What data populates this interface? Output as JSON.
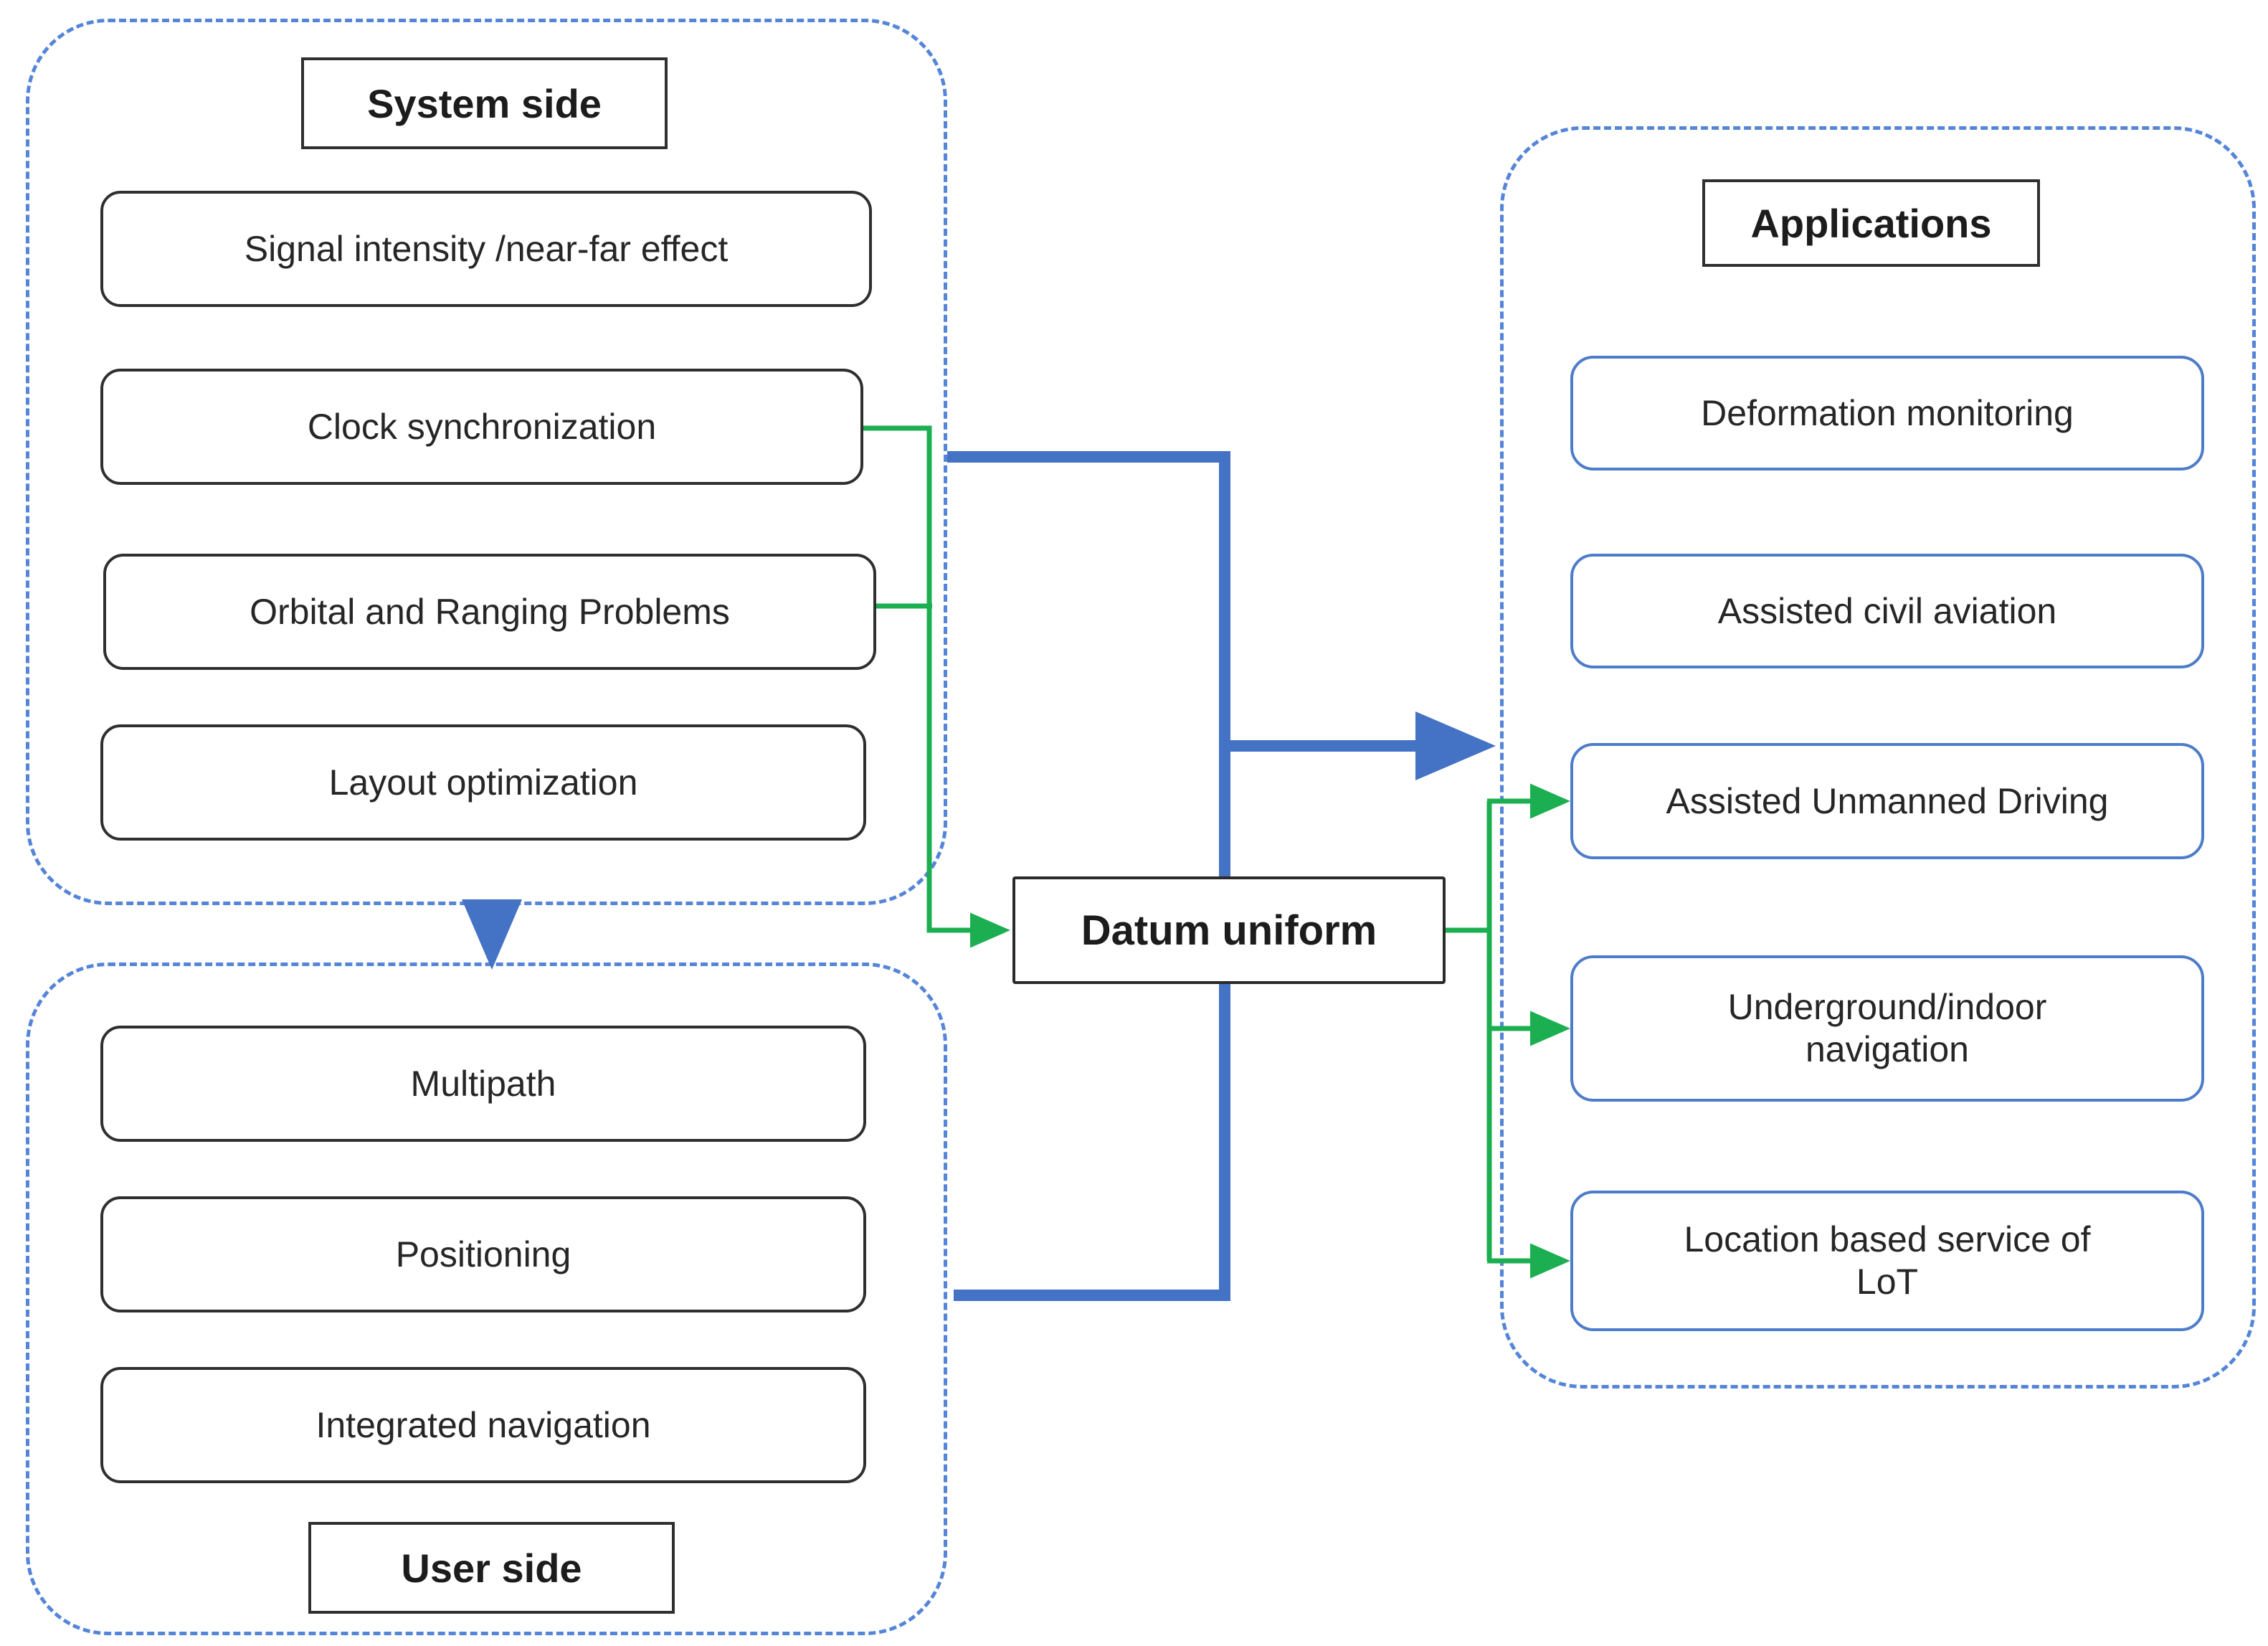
{
  "figure": {
    "type": "flow-diagram"
  },
  "colors": {
    "green": "#1CAF51",
    "blue": "#4472C4",
    "dashed": "#5585D8",
    "appBorder": "#4D7CC9",
    "ink": "#2f2f2f",
    "text": "#262626"
  },
  "system": {
    "title": "System side",
    "boxes": [
      {
        "label": "Signal intensity /near-far effect"
      },
      {
        "label": "Clock synchronization"
      },
      {
        "label": "Orbital and Ranging Problems"
      },
      {
        "label": "Layout optimization"
      }
    ]
  },
  "user": {
    "title": "User side",
    "boxes": [
      {
        "label": "Multipath"
      },
      {
        "label": "Positioning"
      },
      {
        "label": "Integrated navigation"
      }
    ]
  },
  "center": {
    "label": "Datum uniform"
  },
  "applications": {
    "title": "Applications",
    "boxes": [
      {
        "label": "Deformation monitoring"
      },
      {
        "label": "Assisted civil aviation"
      },
      {
        "label": "Assisted Unmanned Driving"
      },
      {
        "label": "Underground/indoor\nnavigation"
      },
      {
        "label": "Location based service of\nLoT"
      }
    ]
  }
}
